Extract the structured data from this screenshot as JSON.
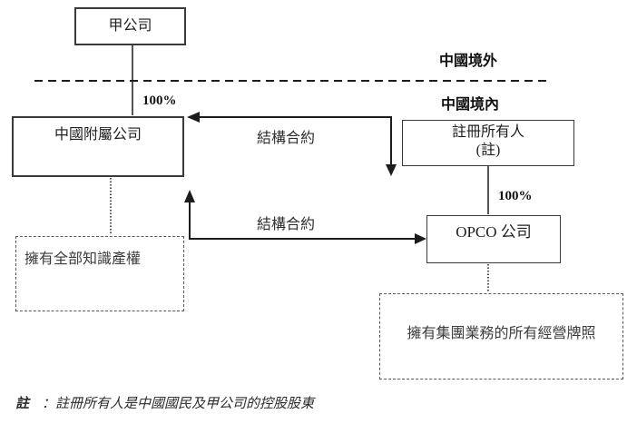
{
  "diagram": {
    "regions": {
      "outside": "中國境外",
      "inside": "中國境內"
    },
    "nodes": {
      "company_a": {
        "label": "甲公司"
      },
      "china_subsidiary": {
        "label": "中國附屬公司"
      },
      "registered_owner": {
        "label": "註冊所有人",
        "sublabel": "(註)"
      },
      "opco": {
        "label": "OPCO 公司"
      },
      "ip": {
        "label": "擁有全部知識產權"
      },
      "licenses": {
        "label": "擁有集團業務的所有經營牌照"
      }
    },
    "edges": {
      "ownership_a_subsidiary": {
        "label": "100%"
      },
      "ownership_owner_opco": {
        "label": "100%"
      },
      "contract_top": {
        "label": "結構合約"
      },
      "contract_bottom": {
        "label": "結構合約"
      }
    },
    "note": {
      "marker": "註",
      "text": "：註冊所有人是中國國民及甲公司的控股股東"
    }
  },
  "colors": {
    "line": "#1c1c1c",
    "dashed_border": "#5a5a5a",
    "background": "#ffffff"
  }
}
